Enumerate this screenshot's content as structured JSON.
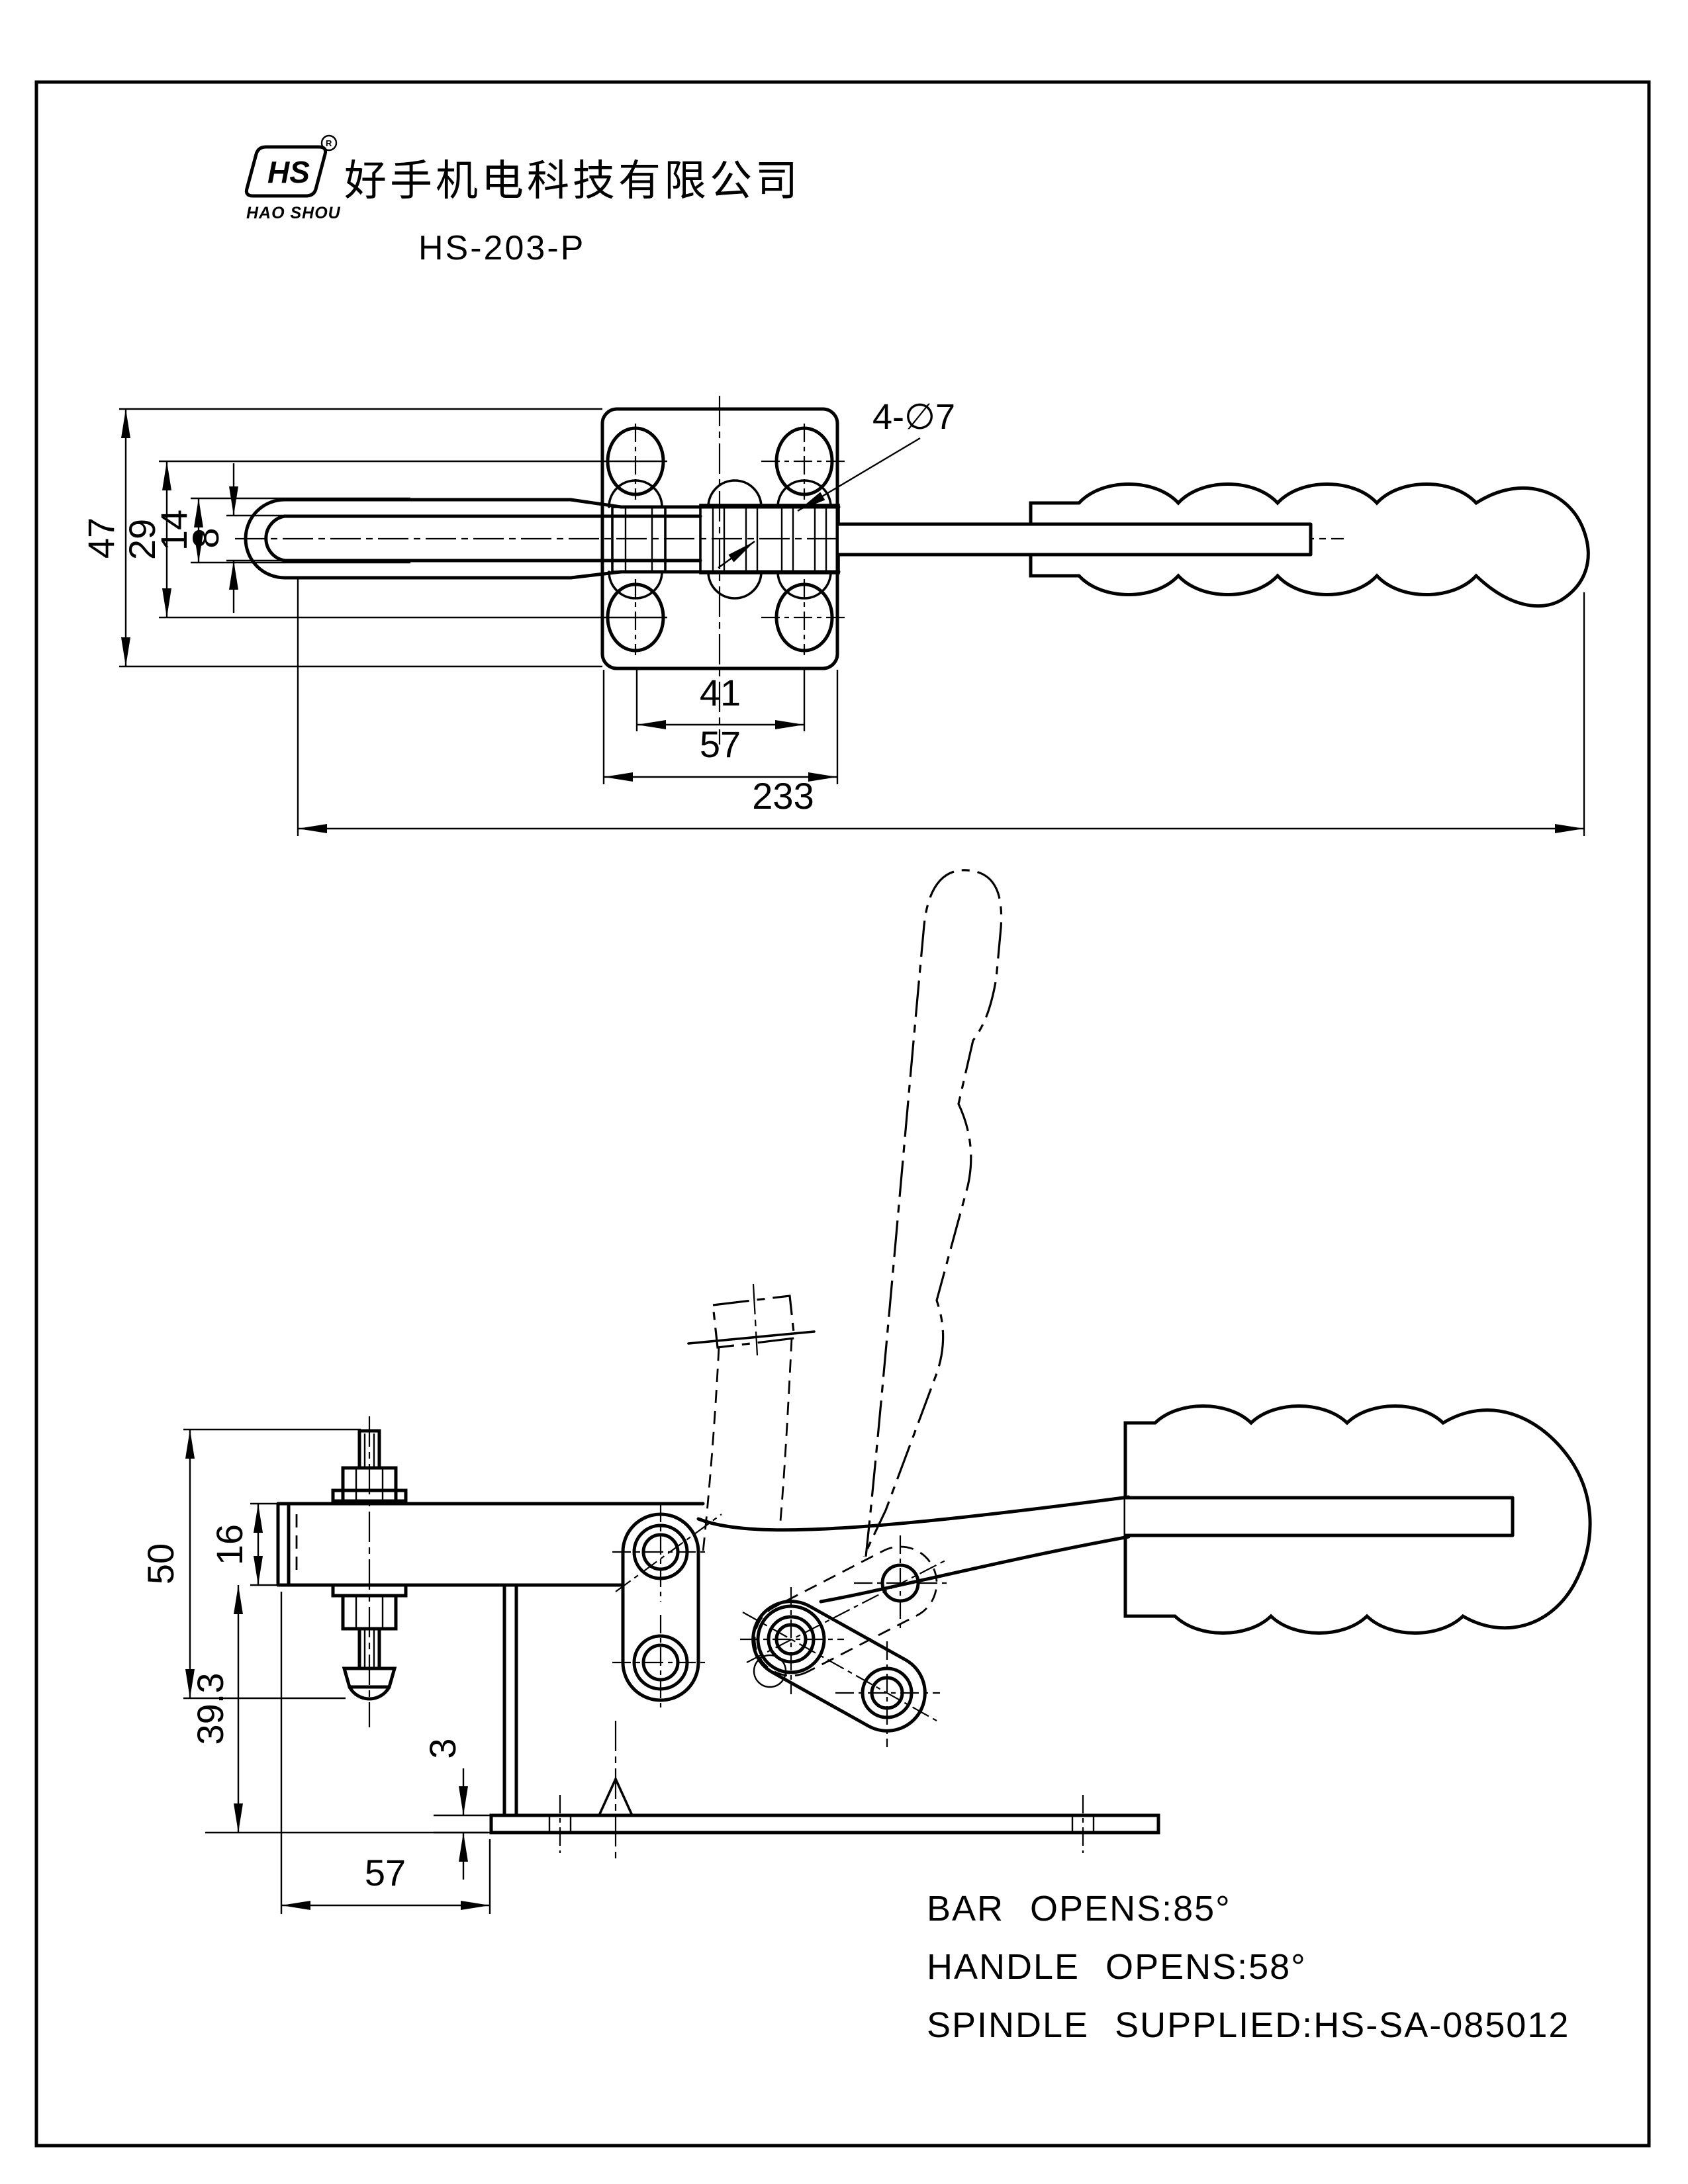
{
  "colors": {
    "ink": "#000000",
    "paper": "#ffffff"
  },
  "header": {
    "logo": {
      "hs": "HS",
      "registered": "R",
      "subtext": "HAO SHOU"
    },
    "company_name": "好手机电科技有限公司",
    "model": "HS-203-P"
  },
  "top_view": {
    "dim_overall_height": "47",
    "dim_hole_row_spacing": "29",
    "dim_bar_width": "14",
    "dim_slot_width": "8",
    "dim_hole_spacing": "41",
    "dim_plate_width": "57",
    "dim_overall_length": "233",
    "hole_callout": "4-∅7"
  },
  "side_view": {
    "dim_spindle_length": "50",
    "dim_bar_height": "16",
    "dim_bar_to_base": "39.3",
    "dim_base_thickness": "3",
    "dim_base_length": "57"
  },
  "notes": {
    "bar_opens": "BAR OPENS:85°",
    "handle_opens": "HANDLE OPENS:58°",
    "spindle_supplied": "SPINDLE SUPPLIED:HS-SA-085012"
  }
}
